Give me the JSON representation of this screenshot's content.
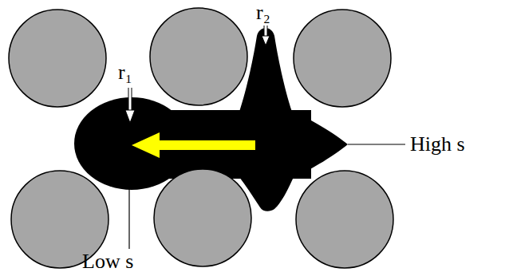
{
  "diagram": {
    "labels": [
      "r₁",
      "r₂",
      "High s",
      "Low s"
    ]
  }
}
